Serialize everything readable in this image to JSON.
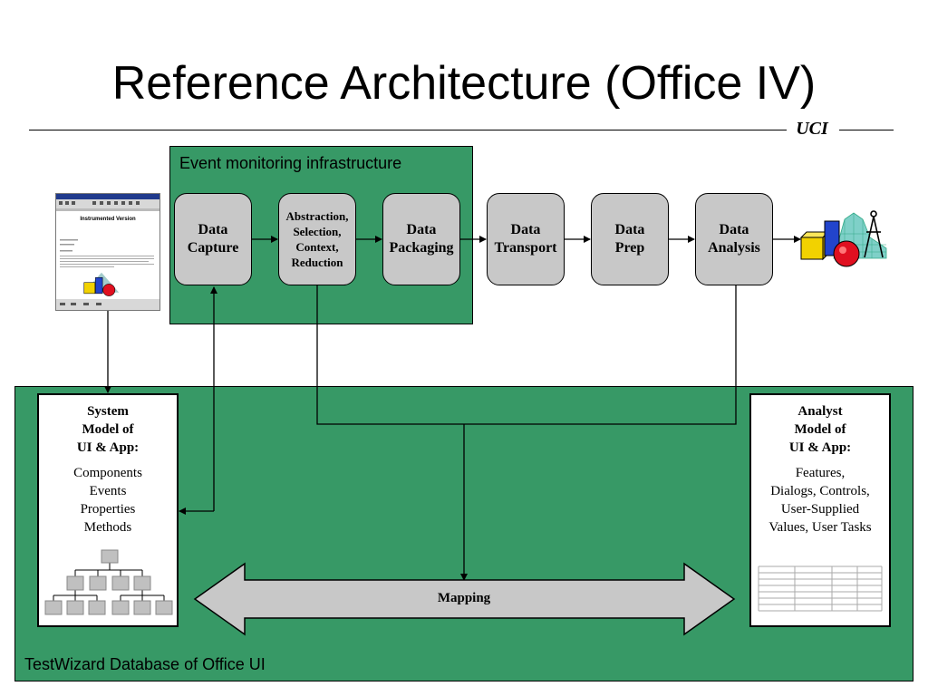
{
  "title": "Reference Architecture (Office IV)",
  "brand": "UCI",
  "event_monitoring": {
    "label": "Event monitoring infrastructure"
  },
  "database": {
    "label": "TestWizard Database of Office UI"
  },
  "stages": [
    {
      "label": "Data\nCapture"
    },
    {
      "label": "Abstraction,\nSelection,\nContext,\nReduction"
    },
    {
      "label": "Data\nPackaging"
    },
    {
      "label": "Data\nTransport"
    },
    {
      "label": "Data\nPrep"
    },
    {
      "label": "Data\nAnalysis"
    }
  ],
  "system_model": {
    "title": "System\nModel of\nUI & App:",
    "items": [
      "Components",
      "Events",
      "Properties",
      "Methods"
    ]
  },
  "analyst_model": {
    "title": "Analyst\nModel of\nUI & App:",
    "items": [
      "Features,",
      "Dialogs, Controls,",
      "User-Supplied",
      "Values, User Tasks"
    ]
  },
  "mapping": {
    "label": "Mapping"
  },
  "instrumented_doc": {
    "heading": "Instrumented Version"
  },
  "colors": {
    "green": "#379966",
    "stage_fill": "#c8c8c8",
    "arrow_fill": "#c8c8c8"
  }
}
